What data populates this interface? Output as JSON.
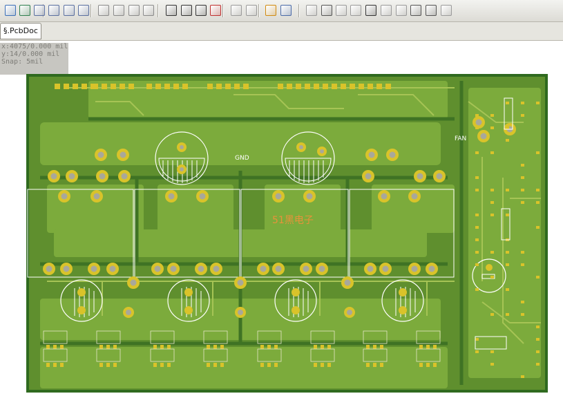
{
  "toolbar": {
    "buttons": [
      {
        "name": "layers-icon",
        "color": "#3b6fb8"
      },
      {
        "name": "board-3d-icon",
        "color": "#2f7f4f"
      },
      {
        "name": "zoom-fit-icon",
        "color": "#5a6fa0"
      },
      {
        "name": "zoom-area-icon",
        "color": "#5a6fa0"
      },
      {
        "name": "zoom-selected-icon",
        "color": "#5a6fa0"
      },
      {
        "name": "zoom-filtered-icon",
        "color": "#5a6fa0"
      },
      {
        "name": "cut-icon",
        "color": "#8a8a8a"
      },
      {
        "name": "copy-icon",
        "color": "#8a8a8a"
      },
      {
        "name": "paste-icon",
        "color": "#8a8a8a"
      },
      {
        "name": "rubber-stamp-icon",
        "color": "#8a8a8a"
      },
      {
        "name": "select-area-icon",
        "color": "#333333"
      },
      {
        "name": "move-icon",
        "color": "#333333"
      },
      {
        "name": "select-inside-icon",
        "color": "#333333"
      },
      {
        "name": "clear-selection-icon",
        "color": "#c03030"
      },
      {
        "name": "undo-icon",
        "color": "#9a9a9a"
      },
      {
        "name": "redo-icon",
        "color": "#9a9a9a"
      },
      {
        "name": "highlight-icon",
        "color": "#d08a10"
      },
      {
        "name": "component-icon",
        "color": "#4a6aa8"
      },
      {
        "name": "interactive-route-icon",
        "color": "#9a9a9a"
      },
      {
        "name": "place-pad-icon",
        "color": "#555555"
      },
      {
        "name": "place-via-icon",
        "color": "#9a9a9a"
      },
      {
        "name": "place-point-icon",
        "color": "#9a9a9a"
      },
      {
        "name": "place-arc-icon",
        "color": "#333333"
      },
      {
        "name": "place-fill-icon",
        "color": "#9a9a9a"
      },
      {
        "name": "polygon-pour-icon",
        "color": "#9a9a9a"
      },
      {
        "name": "place-string-icon",
        "color": "#555555"
      },
      {
        "name": "place-component-icon",
        "color": "#555555"
      },
      {
        "name": "array-paste-icon",
        "color": "#9a9a9a"
      }
    ]
  },
  "tab": {
    "label": "§.PcbDoc"
  },
  "hud": {
    "lines": [
      "x:4075/0.000 mil",
      "y:14/0.000 mil",
      "Snap: 5mil"
    ]
  },
  "board": {
    "labels": {
      "gnd": "GND",
      "fan": "FAN",
      "watermark": "51黑电子"
    },
    "colors": {
      "board": "#5f8f2e",
      "copper": "#7cab3c",
      "trace": "#9ab84a",
      "pad": "#d9c32a",
      "hole": "#a8a89a",
      "outline": "#ffffff",
      "keepout": "#ffffff",
      "silk": "#e7e7c8",
      "watermark": "#e8923a"
    }
  }
}
